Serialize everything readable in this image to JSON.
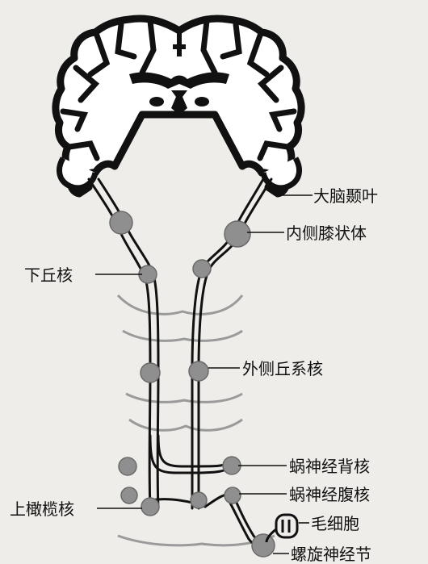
{
  "labels": {
    "cerebral_temporal_lobe": "大脑颞叶",
    "medial_geniculate_body": "内侧膝状体",
    "inferior_colliculus_nucleus": "下丘核",
    "lateral_lemniscus_nucleus": "外侧丘系核",
    "dorsal_cochlear_nucleus": "蜗神经背核",
    "ventral_cochlear_nucleus": "蜗神经腹核",
    "superior_olivary_nucleus": "上橄榄核",
    "hair_cell": "毛细胞",
    "spiral_ganglion": "螺旋神经节"
  },
  "colors": {
    "background": "#eeede9",
    "ink": "#111111",
    "nucleus_fill": "#8f8f8f"
  }
}
